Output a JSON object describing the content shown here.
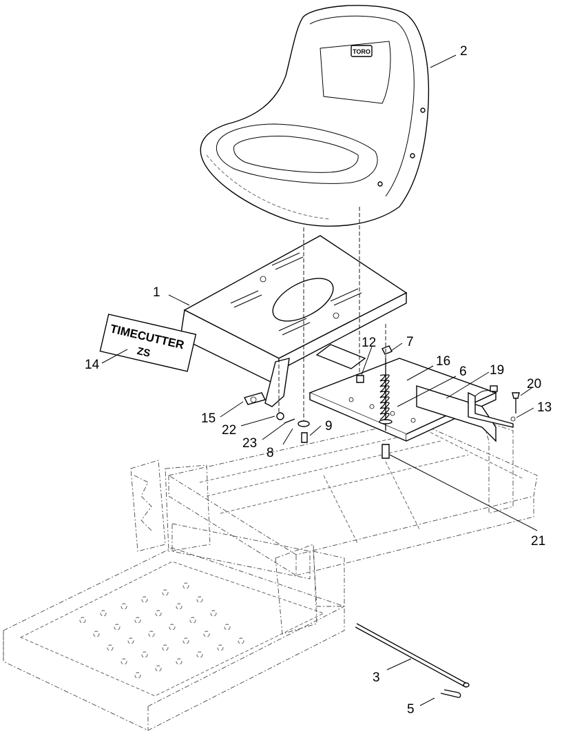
{
  "decal": {
    "brand": "TIMECUTTER",
    "model": "ZS"
  },
  "seat_badge": "TORO",
  "callouts": [
    {
      "id": "c1",
      "label": "1"
    },
    {
      "id": "c2",
      "label": "2"
    },
    {
      "id": "c3",
      "label": "3"
    },
    {
      "id": "c5",
      "label": "5"
    },
    {
      "id": "c6",
      "label": "6"
    },
    {
      "id": "c7",
      "label": "7"
    },
    {
      "id": "c8",
      "label": "8"
    },
    {
      "id": "c9",
      "label": "9"
    },
    {
      "id": "c12",
      "label": "12"
    },
    {
      "id": "c13",
      "label": "13"
    },
    {
      "id": "c14",
      "label": "14"
    },
    {
      "id": "c15",
      "label": "15"
    },
    {
      "id": "c16",
      "label": "16"
    },
    {
      "id": "c19",
      "label": "19"
    },
    {
      "id": "c20",
      "label": "20"
    },
    {
      "id": "c21",
      "label": "21"
    },
    {
      "id": "c22",
      "label": "22"
    },
    {
      "id": "c23",
      "label": "23"
    }
  ]
}
